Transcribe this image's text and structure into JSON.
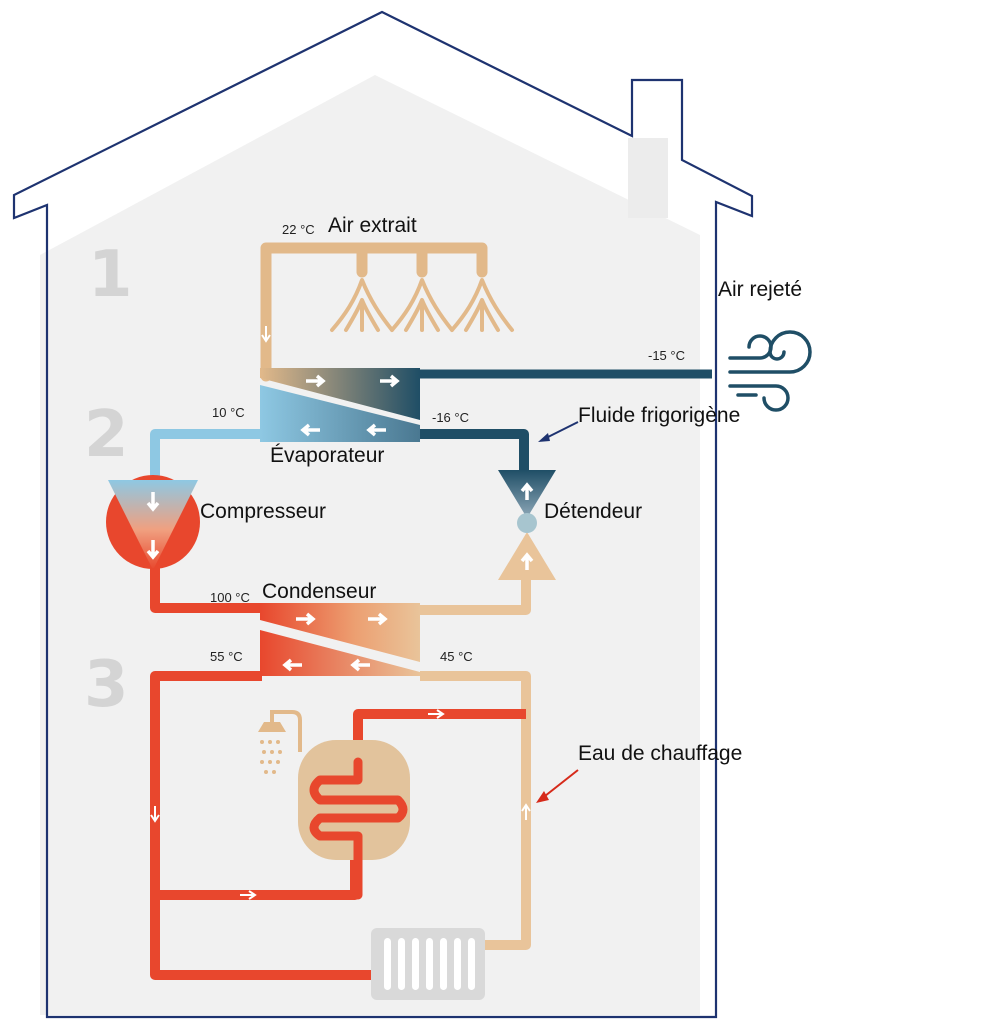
{
  "labels": {
    "air_extrait": "Air extrait",
    "air_rejete": "Air rejeté",
    "fluide": "Fluide frigorigène",
    "evaporateur": "Évaporateur",
    "compresseur": "Compresseur",
    "detendeur": "Détendeur",
    "condenseur": "Condenseur",
    "eau_chauffage": "Eau de chauffage"
  },
  "temperatures": {
    "air_extrait": "22 °C",
    "air_rejete": "-15 °C",
    "evap_in": "10 °C",
    "evap_out": "-16 °C",
    "cond_in": "100 °C",
    "water_hot": "55 °C",
    "water_return": "45 °C"
  },
  "steps": [
    "1",
    "2",
    "3"
  ],
  "colors": {
    "house_outline": "#1e3370",
    "air_pipe": "#e2b98a",
    "cold_pipe": "#1f4e66",
    "light_blue": "#8ec8e3",
    "hot_pipe": "#e8472d",
    "warm_pipe": "#e9c49a",
    "white_arrow": "#ffffff"
  }
}
